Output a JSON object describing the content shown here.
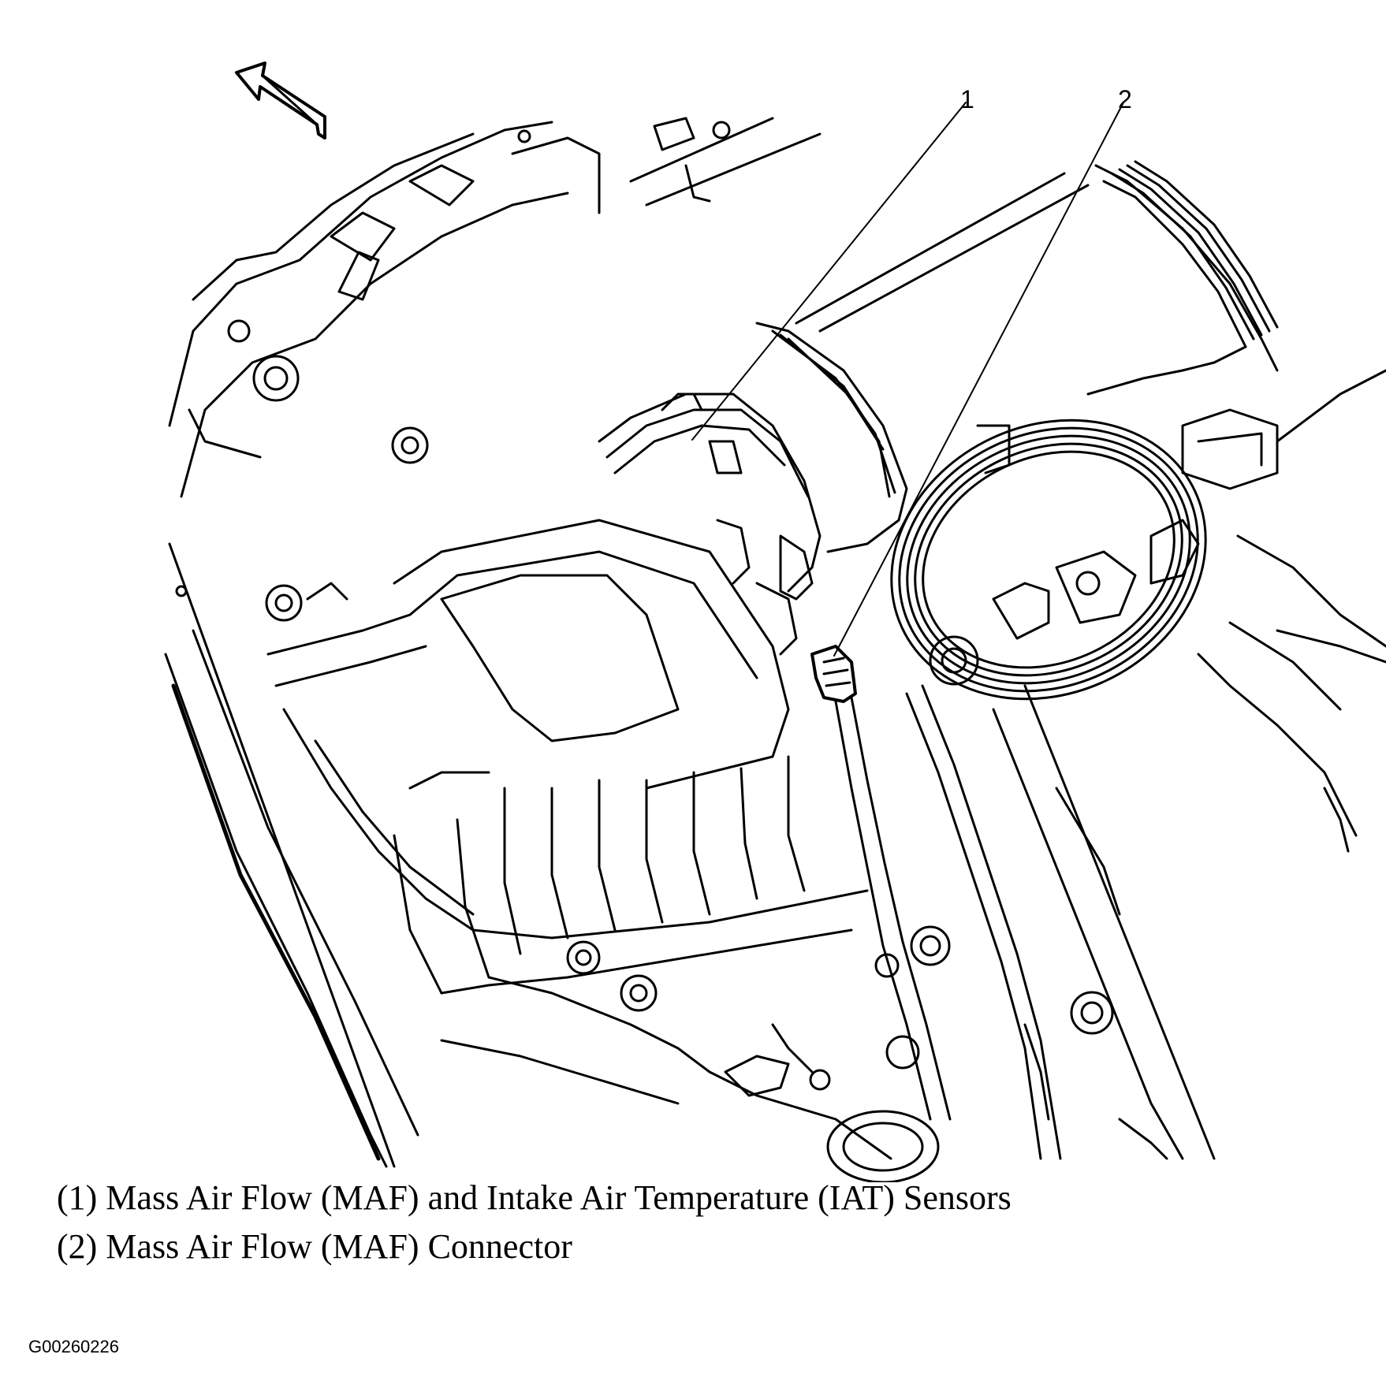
{
  "callouts": [
    {
      "number": "1"
    },
    {
      "number": "2"
    }
  ],
  "legend": [
    {
      "text": "(1) Mass Air Flow (MAF) and Intake Air Temperature (IAT) Sensors"
    },
    {
      "text": "(2) Mass Air Flow (MAF) Connector"
    }
  ],
  "figure_id": "G00260226",
  "colors": {
    "ink": "#000000",
    "paper": "#ffffff"
  },
  "icons": {
    "direction": "forward-arrow-icon"
  }
}
